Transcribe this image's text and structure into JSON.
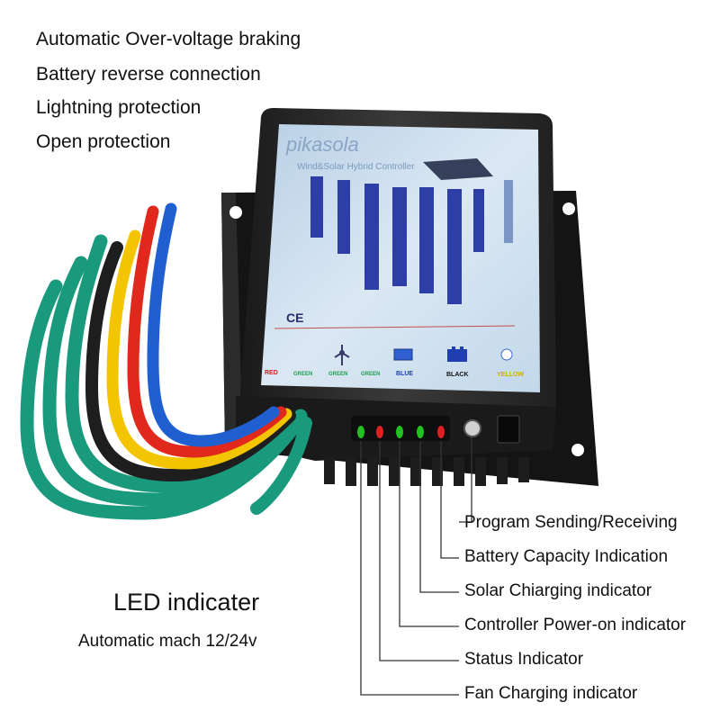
{
  "features": [
    "Automatic Over-voltage braking",
    "Battery reverse connection",
    "Lightning protection",
    "Open protection"
  ],
  "product": {
    "brand_logo": "pikasola",
    "subtitle_logo": "Wind&Solar Hybrid Controller",
    "ce_mark": "CE",
    "terminal_labels": [
      "RED",
      "GREEN",
      "GREEN",
      "GREEN",
      "BLUE",
      "BLACK",
      "YELLOW"
    ]
  },
  "callouts": [
    "Program Sending/Receiving",
    "Battery Capacity Indication",
    "Solar Chiarging indicator",
    "Controller Power-on indicator",
    "Status Indicator",
    "Fan Charging indicator"
  ],
  "led": {
    "title": "LED indicater",
    "subtitle": "Automatic mach 12/24v"
  },
  "colors": {
    "wire_green": "#1a9a7c",
    "wire_black": "#1e1e1e",
    "wire_yellow": "#f2c500",
    "wire_red": "#e0281c",
    "wire_blue": "#1f5fd0",
    "panel": "#c9dcec",
    "housing": "#2a2a2a",
    "led_green": "#22c020",
    "led_red": "#e02020"
  },
  "icons": [
    "wind-turbine-icon",
    "solar-panel-icon",
    "battery-icon",
    "bulb-icon"
  ]
}
